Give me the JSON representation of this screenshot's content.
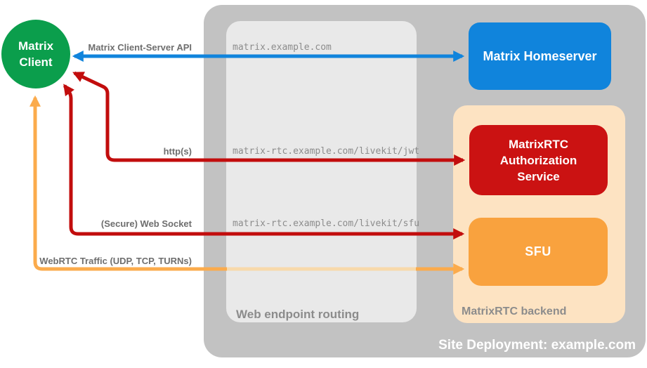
{
  "nodes": {
    "matrix_client": {
      "label": "Matrix Client",
      "color": "#0b9e4c"
    },
    "matrix_homeserver": {
      "label": "Matrix Homeserver",
      "color": "#1084dc"
    },
    "matrixrtc_authorization_service": {
      "label": "MatrixRTC Authorization Service",
      "color": "#cb1212"
    },
    "sfu": {
      "label": "SFU",
      "color": "#f9a23e"
    }
  },
  "groups": {
    "site_deployment": {
      "caption": "Site Deployment: example.com",
      "color": "#c2c2c2"
    },
    "web_endpoint_routing": {
      "caption": "Web endpoint routing",
      "color": "#e9e9e9"
    },
    "matrixrtc_backend": {
      "caption": "MatrixRTC backend",
      "color": "#fde3c2"
    }
  },
  "endpoints": {
    "homeserver": "matrix.example.com",
    "livekit_jwt": "matrix-rtc.example.com/livekit/jwt",
    "livekit_sfu": "matrix-rtc.example.com/livekit/sfu"
  },
  "connections": [
    {
      "label": "Matrix Client-Server API",
      "from": "Matrix Client",
      "to": "Matrix Homeserver",
      "color": "#1084dc",
      "bidirectional": true
    },
    {
      "label": "http(s)",
      "from": "Matrix Client",
      "to": "MatrixRTC Authorization Service",
      "color": "#c20d0d",
      "bidirectional": true
    },
    {
      "label": "(Secure) Web Socket",
      "from": "Matrix Client",
      "to": "SFU",
      "color": "#c20d0d",
      "bidirectional": true
    },
    {
      "label": "WebRTC Traffic (UDP, TCP, TURNs)",
      "from": "Matrix Client",
      "to": "SFU",
      "color": "#fbab4c",
      "bidirectional": true,
      "note_color_faded_through_routing": "#f8d9ab"
    }
  ]
}
